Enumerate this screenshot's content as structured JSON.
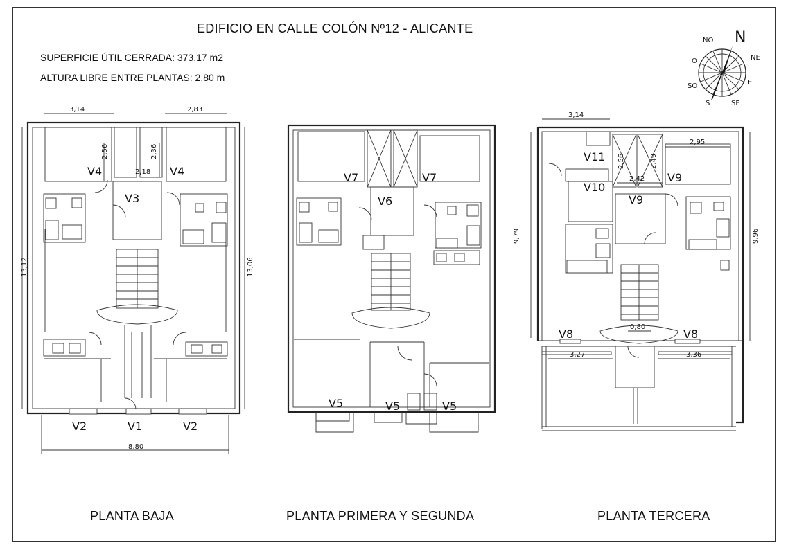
{
  "header": {
    "title": "EDIFICIO EN CALLE COLÓN  Nº12 - ALICANTE",
    "surface": "SUPERFICIE ÚTIL CERRADA: 373,17 m2",
    "height": "ALTURA LIBRE ENTRE PLANTAS:  2,80 m"
  },
  "compass": {
    "north": "N",
    "northwest": "NO",
    "northeast": "NE",
    "west": "O",
    "east": "E",
    "southwest": "SO",
    "south": "S",
    "southeast": "SE"
  },
  "plans": {
    "ground": {
      "caption": "PLANTA BAJA",
      "labels": {
        "v4a": "V4",
        "v4b": "V4",
        "v3": "V3",
        "v2a": "V2",
        "v1": "V1",
        "v2b": "V2"
      },
      "dims": {
        "top_left": "3,14",
        "top_right": "2,83",
        "vert_a": "2,56",
        "vert_b": "2,36",
        "mid": "2,18",
        "height_left": "13,12",
        "height_right": "13,06",
        "bottom": "8,80"
      }
    },
    "first": {
      "caption": "PLANTA PRIMERA Y SEGUNDA",
      "labels": {
        "v7a": "V7",
        "v7b": "V7",
        "v6": "V6",
        "v5a": "V5",
        "v5b": "V5",
        "v5c": "V5"
      }
    },
    "third": {
      "caption": "PLANTA TERCERA",
      "labels": {
        "v11": "V11",
        "v10": "V10",
        "v9a": "V9",
        "v9b": "V9",
        "v8a": "V8",
        "v8b": "V8"
      },
      "dims": {
        "top_left": "3,14",
        "top_right": "2,95",
        "vert_a": "2,56",
        "vert_b": "2,49",
        "mid": "2,42",
        "height_left": "9,79",
        "height_right": "9,96",
        "bottom_left": "3,27",
        "bottom_right": "3,36",
        "stair": "0,80"
      }
    }
  }
}
